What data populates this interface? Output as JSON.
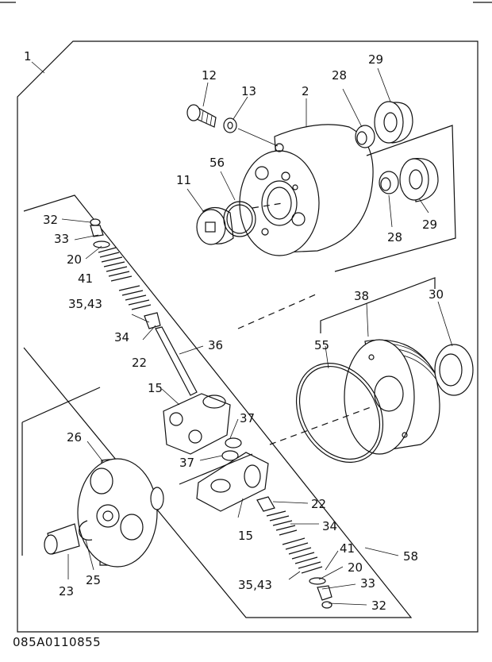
{
  "drawing_code": "085A0110855",
  "callouts": {
    "c1": "1",
    "c12": "12",
    "c13": "13",
    "c2": "2",
    "c28a": "28",
    "c29a": "29",
    "c11": "11",
    "c56": "56",
    "c28b": "28",
    "c29b": "29",
    "c32a": "32",
    "c33a": "33",
    "c20a": "20",
    "c41a": "41",
    "c3543a": "35,43",
    "c34a": "34",
    "c22a": "22",
    "c36": "36",
    "c15a": "15",
    "c37a": "37",
    "c37b": "37",
    "c38": "38",
    "c30": "30",
    "c55": "55",
    "c26": "26",
    "c22b": "22",
    "c34b": "34",
    "c15b": "15",
    "c41b": "41",
    "c20b": "20",
    "c58": "58",
    "c3543b": "35,43",
    "c33b": "33",
    "c32b": "32",
    "c23": "23",
    "c25": "25"
  }
}
